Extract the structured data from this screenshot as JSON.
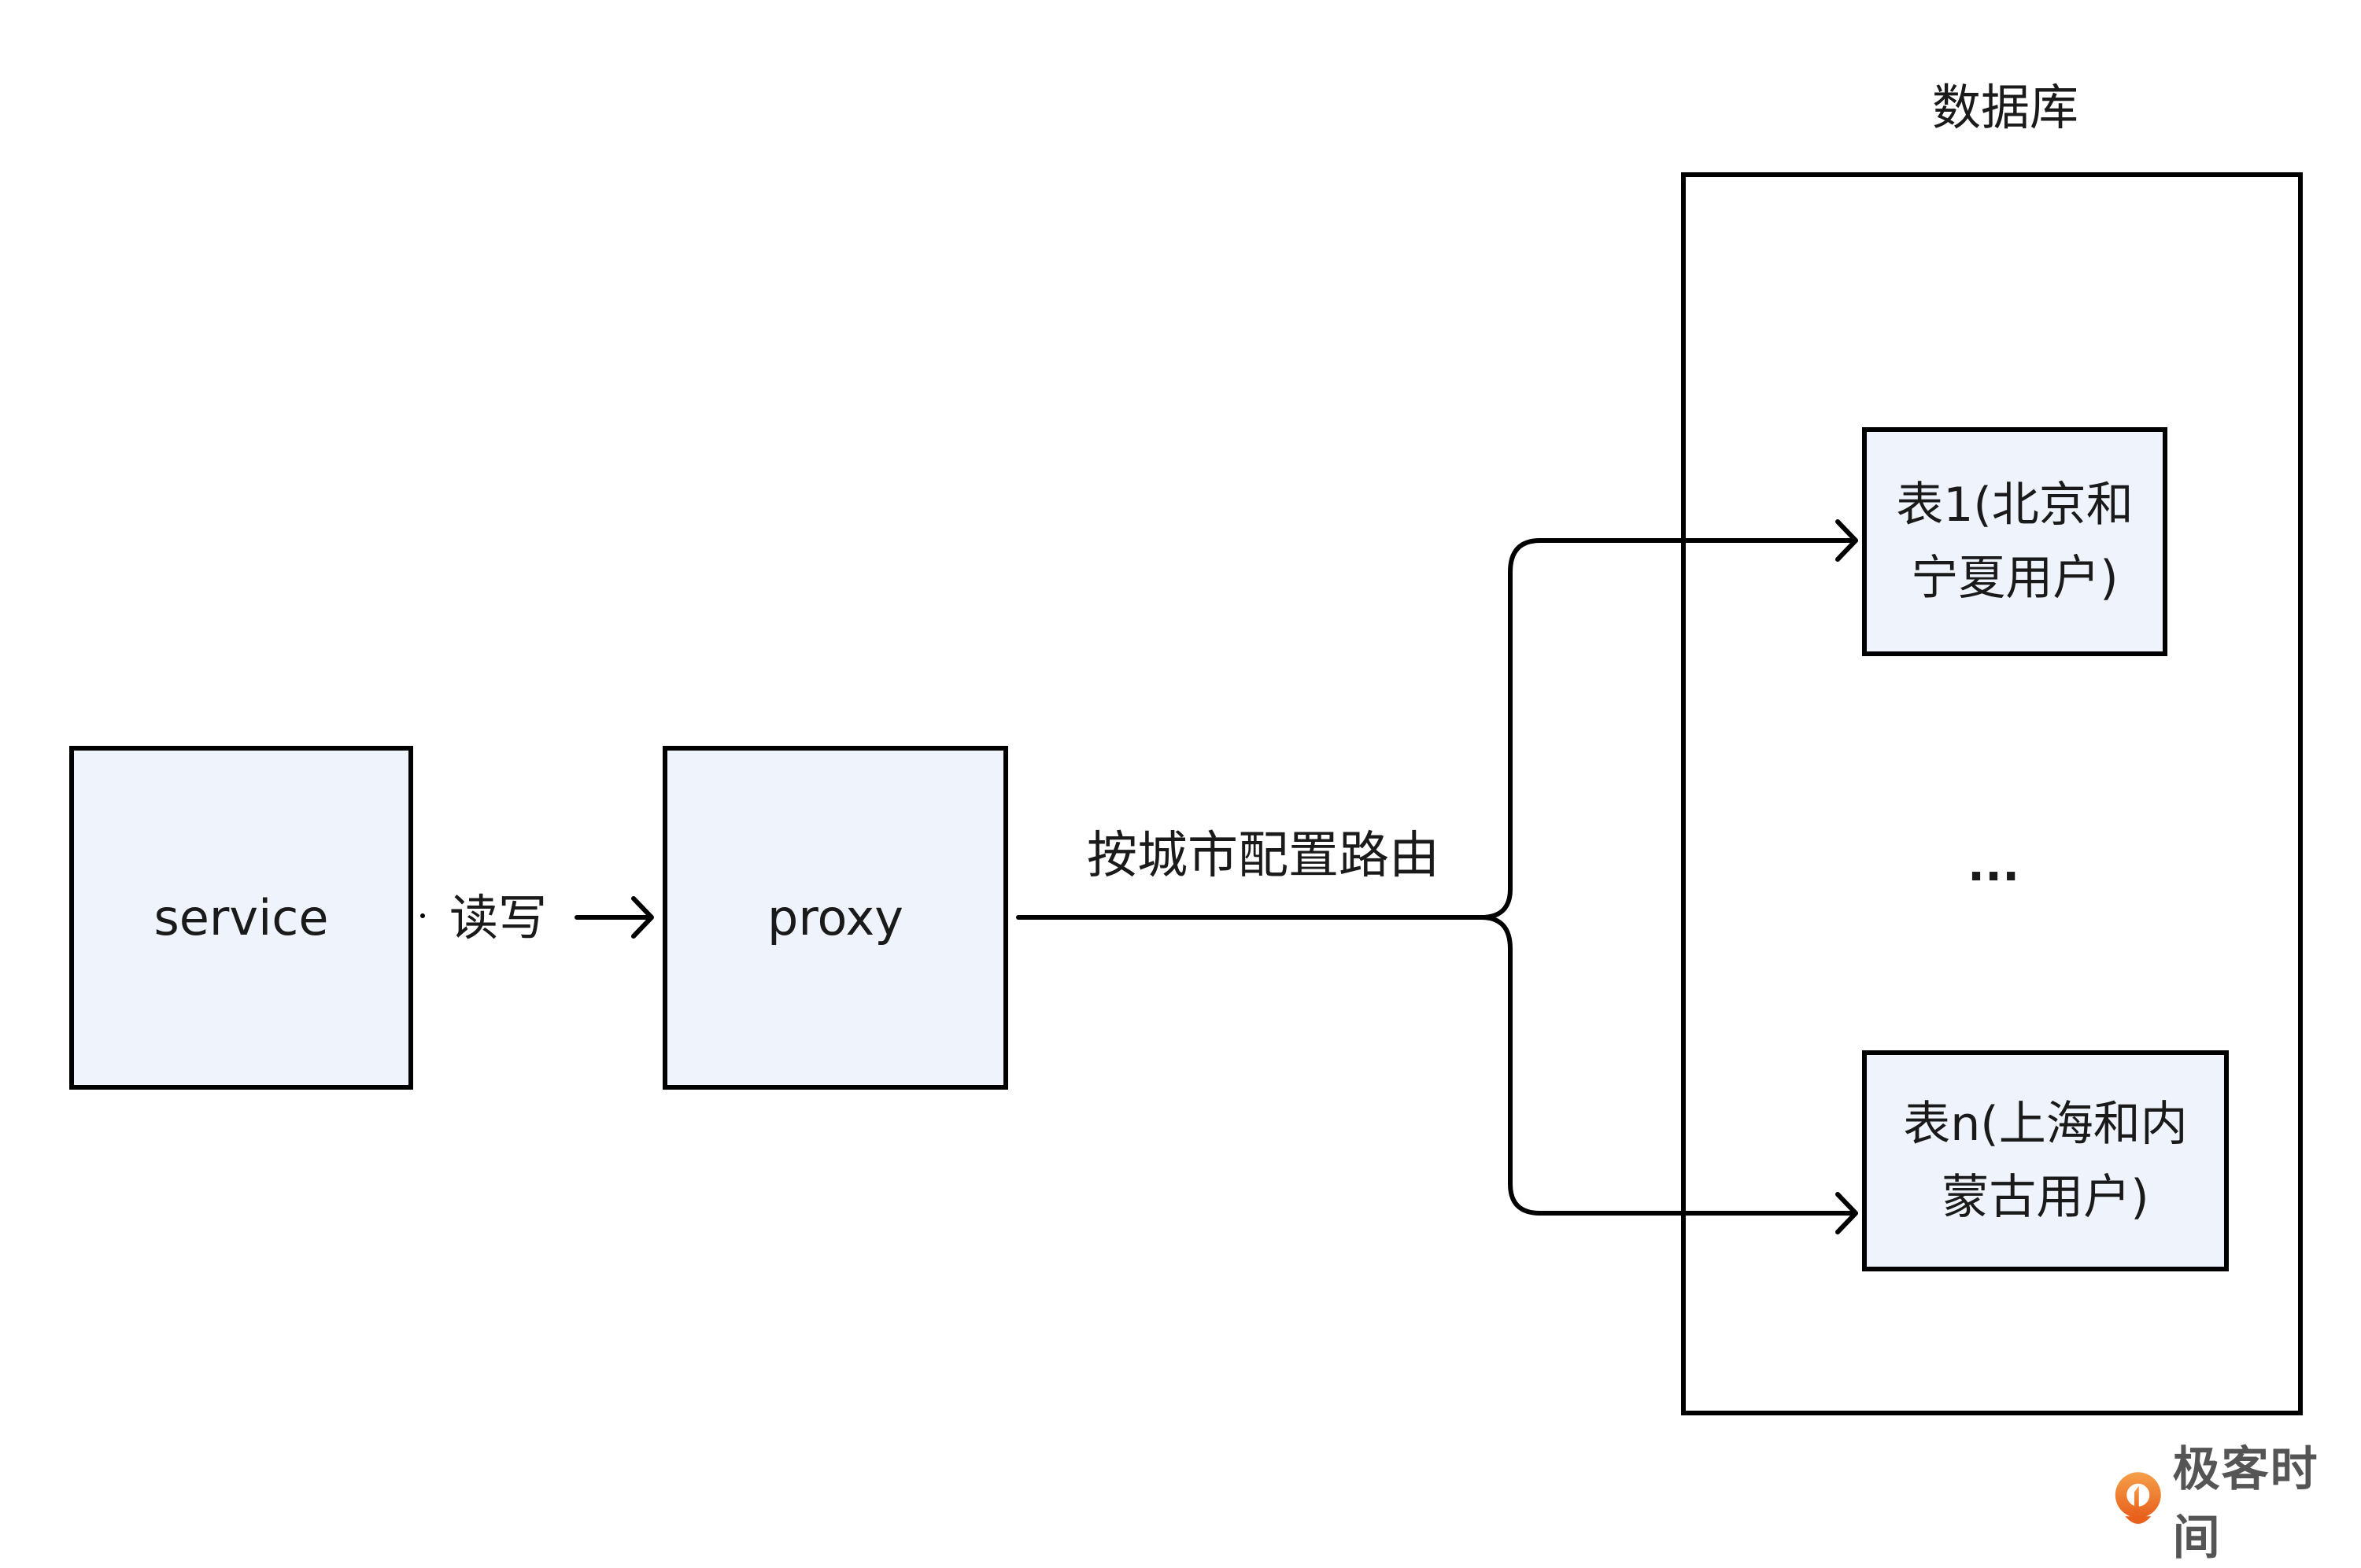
{
  "diagram": {
    "nodes": {
      "service": "service",
      "proxy": "proxy",
      "database_title": "数据库",
      "table_1": "表1(北京和宁夏用户)",
      "table_1_lines": [
        "表1(北京和",
        "宁夏用户)"
      ],
      "table_n": "表n(上海和内蒙古用户)",
      "table_n_lines": [
        "表n(上海和内",
        "蒙古用户)"
      ],
      "ellipsis": "..."
    },
    "edges": {
      "service_to_proxy": "读写",
      "proxy_to_tables": "按城市配置路由"
    },
    "colors": {
      "box_fill": "#eff4fc",
      "stroke": "#000000",
      "logo_orange": "#f07a22",
      "logo_text": "#555555"
    }
  },
  "watermark": {
    "brand": "极客时间"
  }
}
